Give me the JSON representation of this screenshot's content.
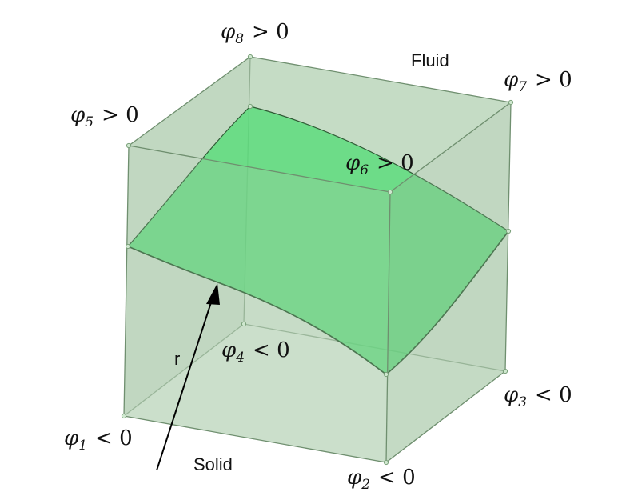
{
  "colors": {
    "cube_face": "#9cbf9c",
    "cube_edge": "#6f8f6f",
    "surface_fill": "#55dd77",
    "surface_edge": "#2f5a35",
    "arrow": "#000000"
  },
  "vertex_labels": {
    "phi1": {
      "symbol": "φ",
      "sub": "1",
      "relation": "< 0"
    },
    "phi2": {
      "symbol": "φ",
      "sub": "2",
      "relation": "< 0"
    },
    "phi3": {
      "symbol": "φ",
      "sub": "3",
      "relation": "< 0"
    },
    "phi4": {
      "symbol": "φ",
      "sub": "4",
      "relation": "< 0"
    },
    "phi5": {
      "symbol": "φ",
      "sub": "5",
      "relation": "> 0"
    },
    "phi6": {
      "symbol": "φ",
      "sub": "6",
      "relation": "> 0"
    },
    "phi7": {
      "symbol": "φ",
      "sub": "7",
      "relation": "> 0"
    },
    "phi8": {
      "symbol": "φ",
      "sub": "8",
      "relation": "> 0"
    }
  },
  "region_labels": {
    "fluid": "Fluid",
    "solid": "Solid"
  },
  "vector_label": "r"
}
